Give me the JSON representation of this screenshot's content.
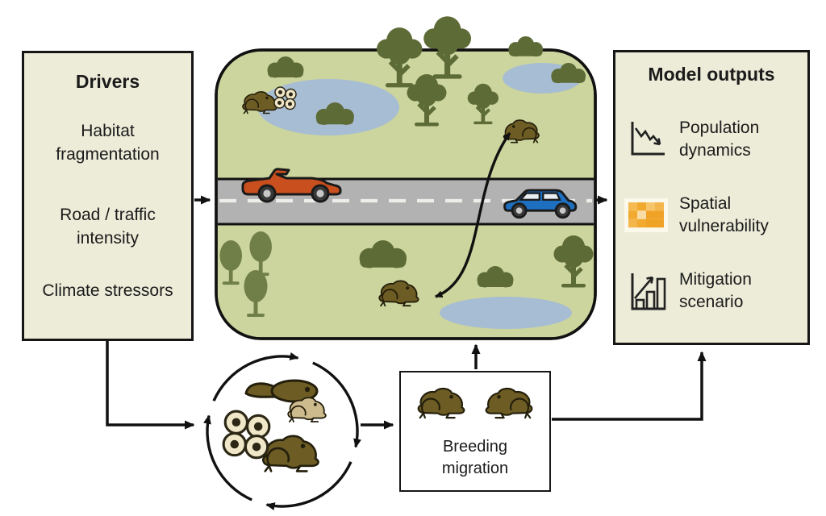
{
  "diagram": {
    "drivers": {
      "title": "Drivers",
      "items": [
        "Habitat fragmentation",
        "Road / traffic intensity",
        "Climate stressors"
      ]
    },
    "model_outputs": {
      "title": "Model outputs",
      "items": [
        {
          "icon": "declining-line-chart-icon",
          "label": "Population dynamics"
        },
        {
          "icon": "heatmap-icon",
          "label": "Spatial vulnerability"
        },
        {
          "icon": "rising-bar-chart-icon",
          "label": "Mitigation scenario"
        }
      ]
    },
    "breeding_migration": {
      "label": "Breeding migration",
      "icons": [
        "frog-icon",
        "frog-icon"
      ]
    },
    "lifecycle": {
      "icons": [
        "tadpole-icon",
        "juvenile-frog-icon",
        "adult-frog-icon",
        "egg-mass-icon",
        "cycle-arrow-icon"
      ]
    },
    "landscape": {
      "icons": [
        "pond-icon",
        "tree-icon",
        "bush-icon",
        "frog-icon",
        "frog-eggs-icon",
        "convertible-car-icon",
        "hatchback-car-icon",
        "road-icon",
        "frog-crossing-arrow-icon"
      ]
    },
    "colors": {
      "panel_bg": "#edecd9",
      "landscape_green": "#ccd59d",
      "tree_green": "#5d6b37",
      "oval_tree_green": "#6f7f47",
      "pond_blue": "#a7bdd3",
      "road_gray": "#b2b2b2",
      "frog_brown": "#6d5c24",
      "juvenile_frog_tan": "#cdbb8e",
      "egg_cream": "#f0e7c8",
      "car_red": "#c94f1e",
      "car_blue": "#1e6fc0",
      "heat_orange": "#f0a227",
      "outline": "#111111"
    }
  }
}
